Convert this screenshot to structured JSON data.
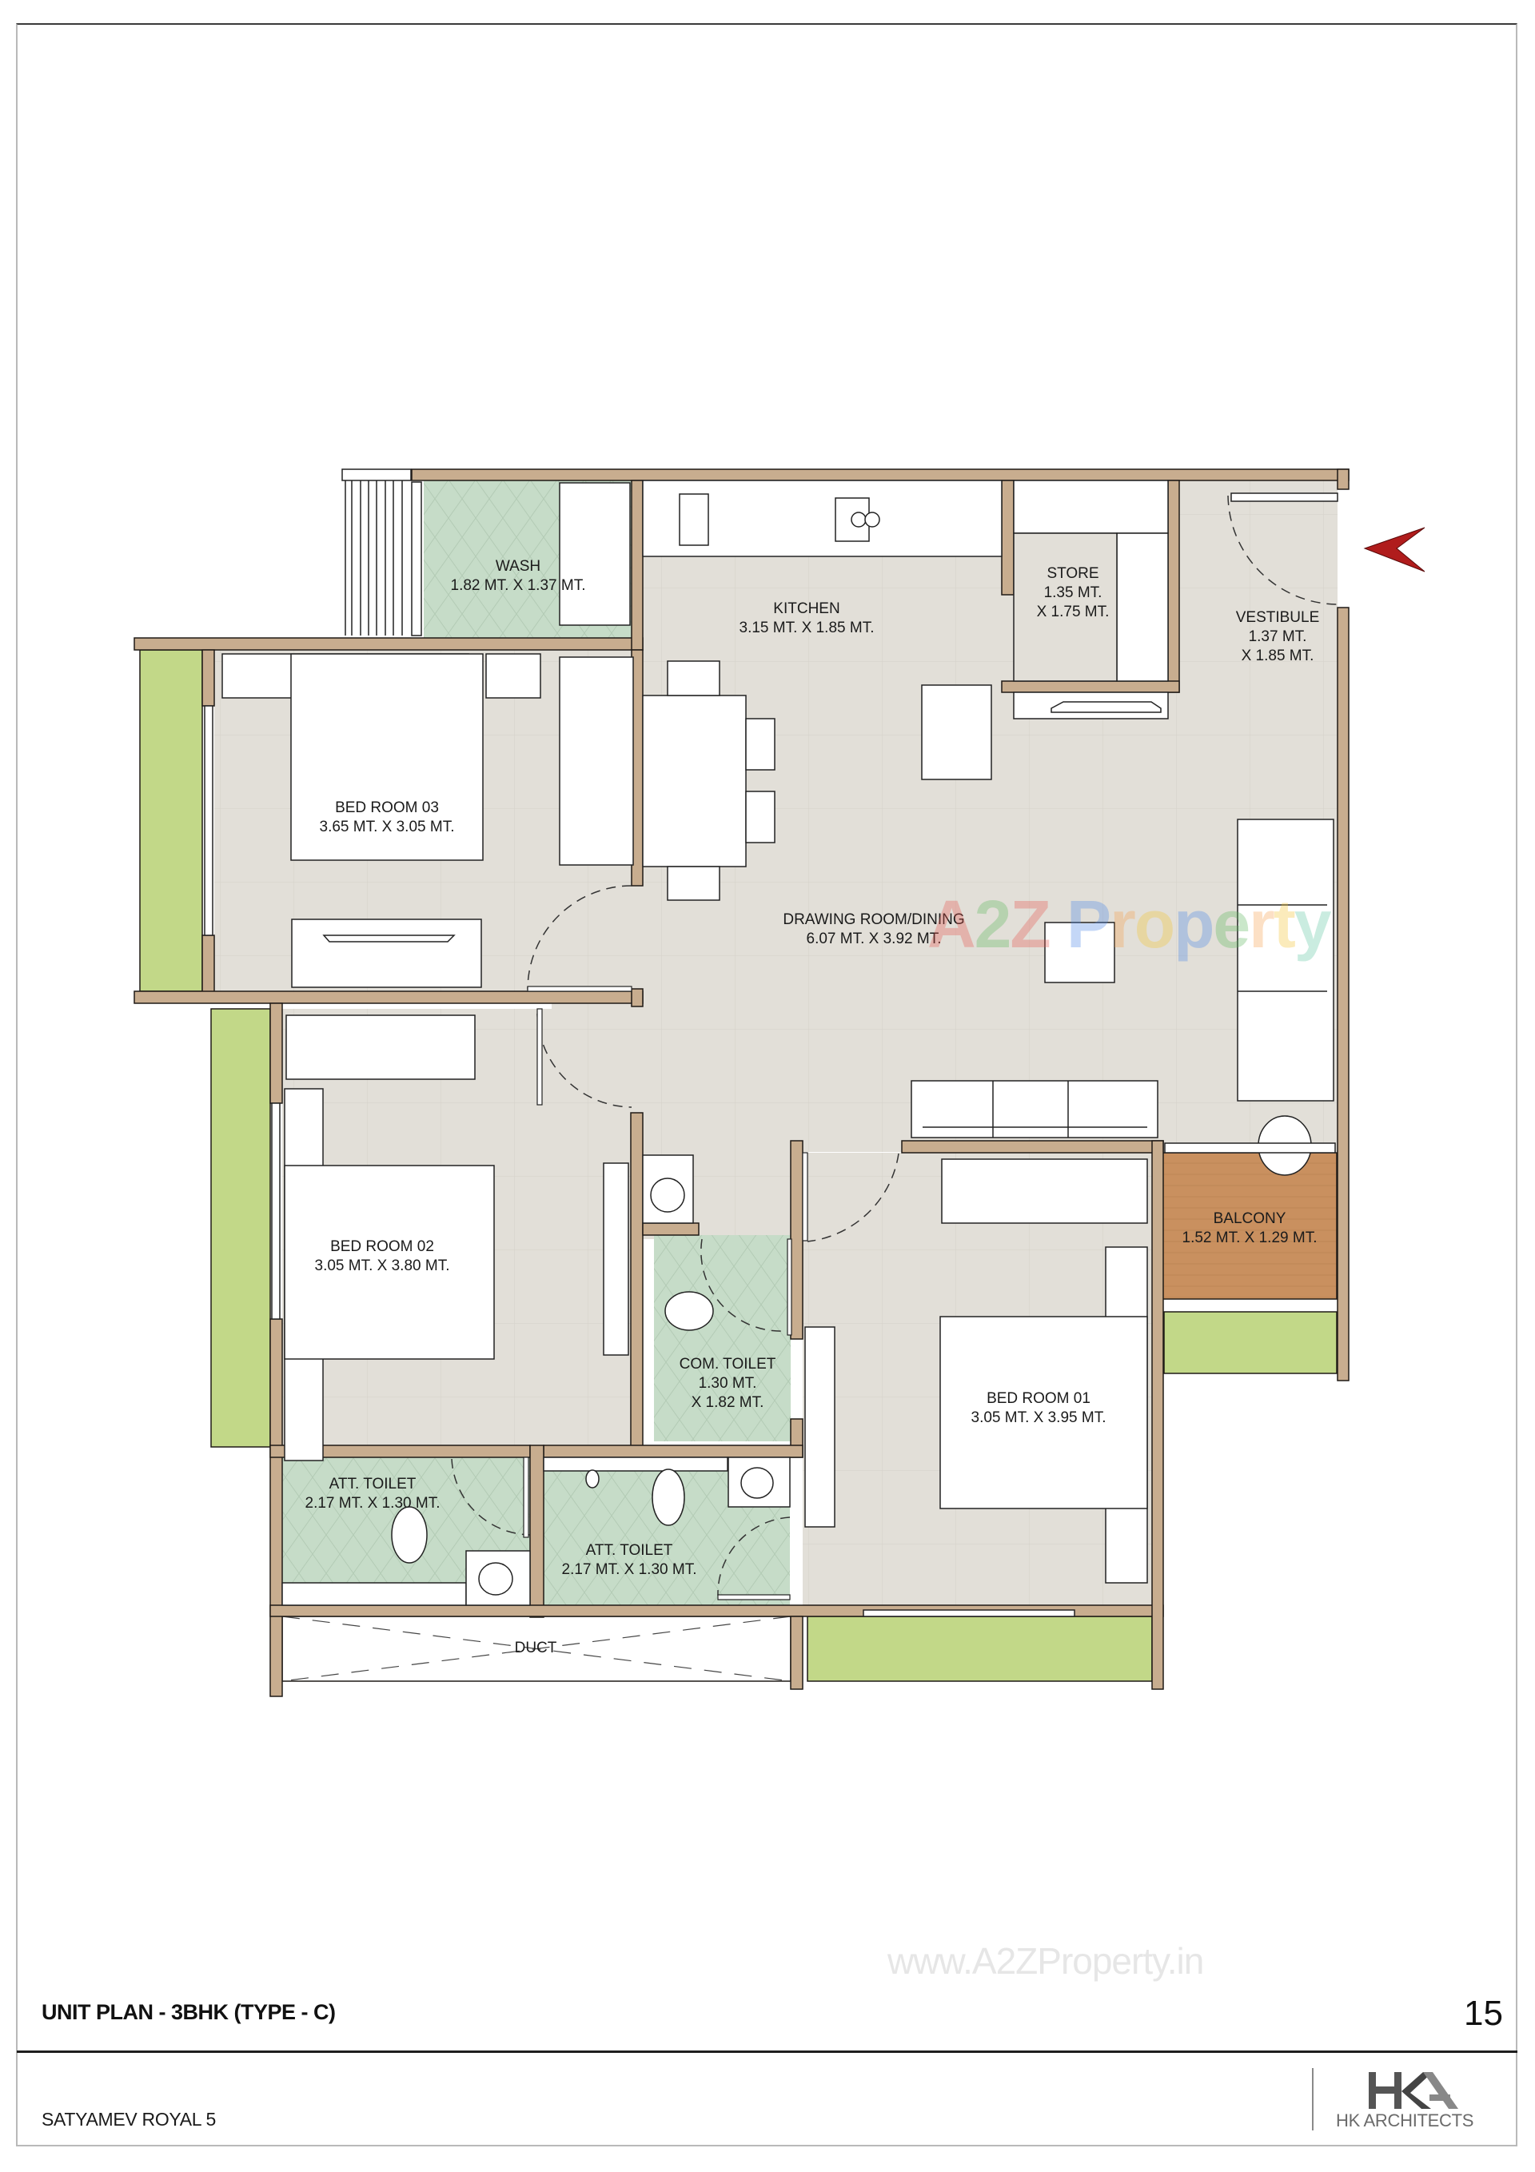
{
  "document": {
    "title": "UNIT PLAN - 3BHK (TYPE - C)",
    "page_number": "15",
    "project_name": "SATYAMEV ROYAL 5",
    "architect": {
      "logo_mark": "HKA",
      "name": "HK ARCHITECTS"
    }
  },
  "watermarks": {
    "url": "www.A2ZProperty.in",
    "logo_letters": [
      "A",
      "2",
      "Z",
      " ",
      "P",
      "r",
      "o",
      "p",
      "e",
      "r",
      "t",
      "y"
    ],
    "logo_colors": [
      "#e8574f",
      "#5cb85c",
      "#e8574f",
      "#ffffff",
      "#4a86e8",
      "#f6a04d",
      "#f4c430",
      "#4a86e8",
      "#5cb85c",
      "#f6a04d",
      "#f4c430",
      "#5cc5a0"
    ]
  },
  "colors": {
    "wall": "#c8ad8f",
    "wall_outline": "#1f1a16",
    "floor": "#e2dfd8",
    "wet_area": "#c6dcc8",
    "planter": "#c2d888",
    "balcony_deck": "#c9905f",
    "furniture": "#ffffff",
    "entry_arrow": "#b01c1c"
  },
  "entry_icon": "red-arrow-left-icon",
  "rooms": {
    "wash": {
      "name": "WASH",
      "size": "1.82 MT. X 1.37 MT."
    },
    "kitchen": {
      "name": "KITCHEN",
      "size": "3.15 MT. X 1.85 MT."
    },
    "store": {
      "name": "STORE",
      "size_line1": "1.35 MT.",
      "size_line2": "X 1.75 MT."
    },
    "vestibule": {
      "name": "VESTIBULE",
      "size_line1": "1.37 MT.",
      "size_line2": "X 1.85 MT."
    },
    "bedroom3": {
      "name": "BED ROOM 03",
      "size": "3.65 MT. X 3.05 MT."
    },
    "drawing": {
      "name": "DRAWING ROOM/DINING",
      "size": "6.07 MT. X 3.92 MT."
    },
    "bedroom2": {
      "name": "BED ROOM 02",
      "size": "3.05 MT. X 3.80 MT."
    },
    "com_toilet": {
      "name": "COM. TOILET",
      "size_line1": "1.30 MT.",
      "size_line2": "X 1.82 MT."
    },
    "balcony": {
      "name": "BALCONY",
      "size": "1.52 MT. X 1.29 MT."
    },
    "bedroom1": {
      "name": "BED ROOM 01",
      "size": "3.05 MT. X 3.95 MT."
    },
    "att_toilet_1": {
      "name": "ATT. TOILET",
      "size": "2.17 MT. X 1.30 MT."
    },
    "att_toilet_2": {
      "name": "ATT. TOILET",
      "size": "2.17 MT. X 1.30 MT."
    },
    "duct": {
      "name": "DUCT"
    }
  }
}
